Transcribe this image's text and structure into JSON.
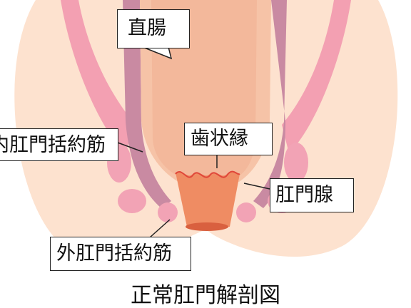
{
  "labels": {
    "rectum": "直腸",
    "dentate_line": "歯状縁",
    "internal_sphincter": "内肛門括約筋",
    "anal_gland": "肛門腺",
    "external_sphincter": "外肛門括約筋"
  },
  "caption": "正常肛門解剖図",
  "colors": {
    "skin": "#fde2cf",
    "levator": "#f3a0b2",
    "internal_sphincter_muscle": "#c98aa2",
    "rectum_wall": "#f6c3a7",
    "rectum_lumen": "#f3b89b",
    "anal_canal": "#ef8c63",
    "anus_opening": "#d9603f",
    "dentate_line": "#e0473a",
    "external_sphincter_muscle": "#f2a3b5"
  }
}
